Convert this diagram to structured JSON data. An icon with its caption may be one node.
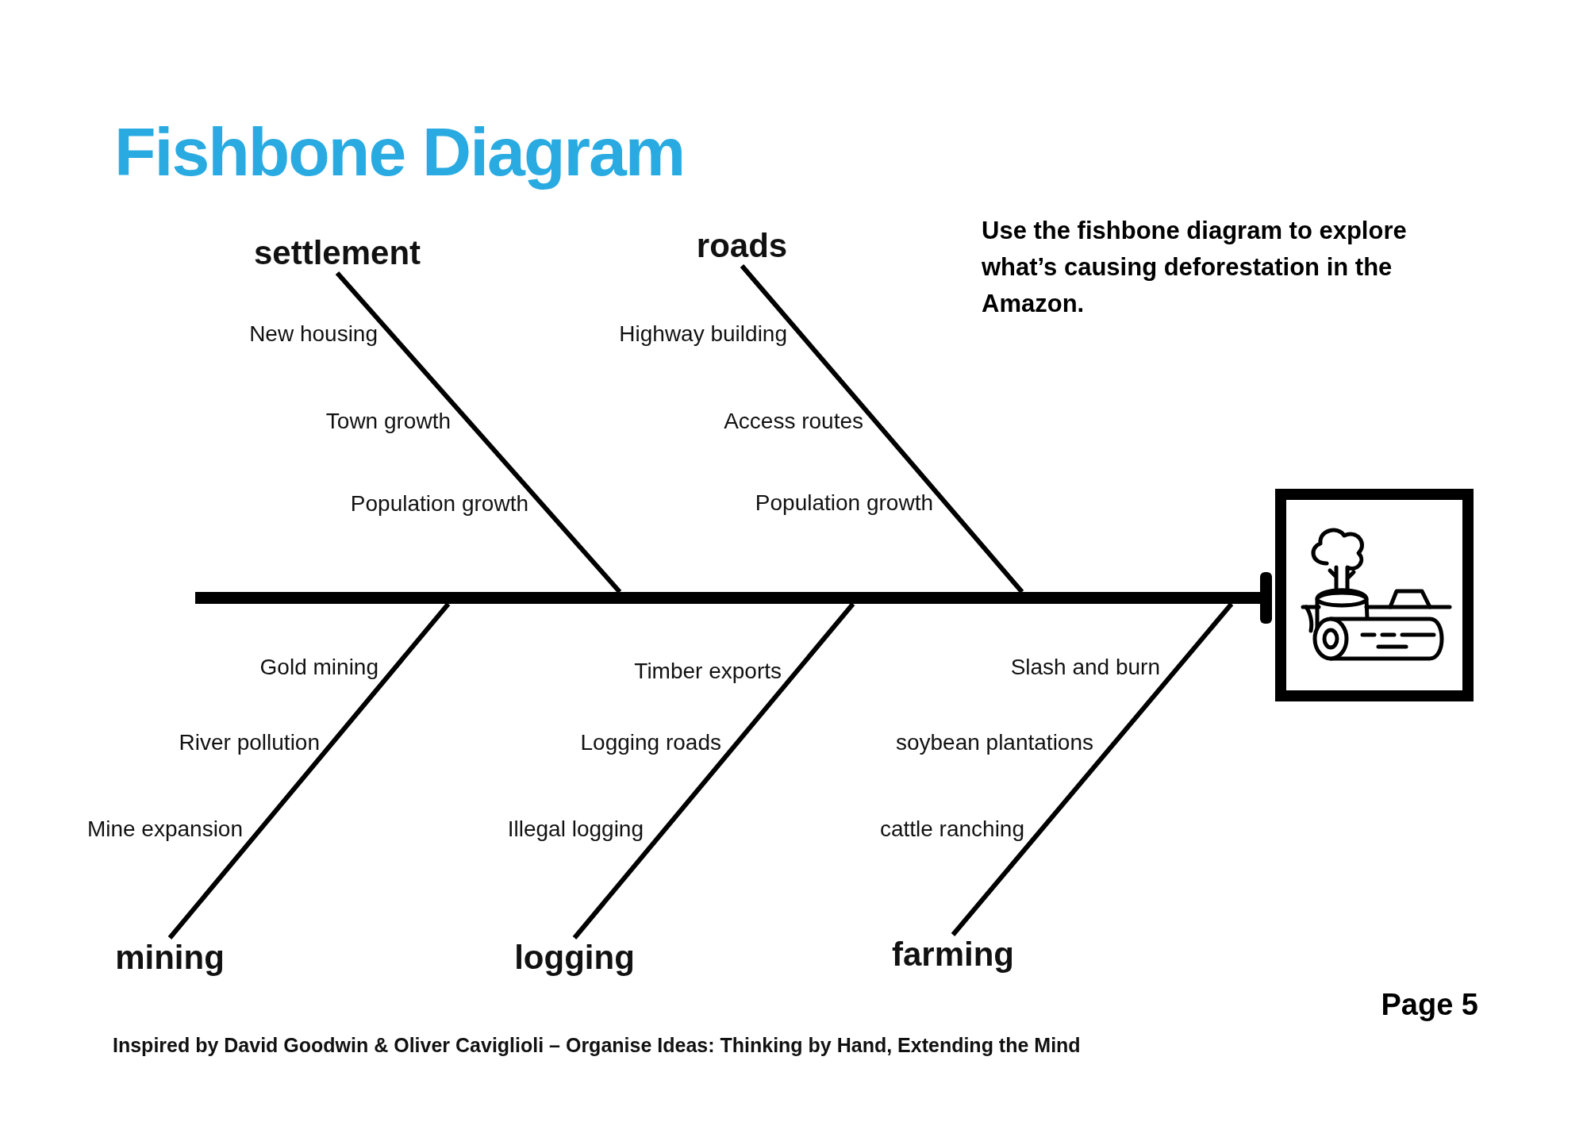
{
  "diagram": {
    "title": "Fishbone Diagram",
    "nodes": [
      {
        "text": [
          "settlement"
        ]
      },
      {
        "text": [
          "roads"
        ]
      },
      {
        "text": [],
        "shape": "bar"
      },
      {
        "text": [],
        "shape": "picture"
      },
      {
        "text": [
          "mining"
        ]
      },
      {
        "text": [
          "logging"
        ]
      },
      {
        "text": [
          "farming"
        ]
      }
    ],
    "edges": [
      {
        "from": 0,
        "to": 2,
        "arrow": "none"
      },
      {
        "from": 1,
        "to": 2,
        "arrow": "none"
      },
      {
        "from": 4,
        "to": 2,
        "arrow": "none"
      },
      {
        "from": 5,
        "to": 2,
        "arrow": "none"
      },
      {
        "from": 6,
        "to": 2,
        "arrow": "none"
      }
    ],
    "labels": [
      "Use the fishbone diagram to explore what’s causing deforestation in the Amazon.",
      "New housing",
      "Highway building",
      "Town growth",
      "Access routes",
      "Population growth",
      "Population growth",
      "Gold mining",
      "Timber exports",
      "Slash and burn",
      "River pollution",
      "Logging roads",
      "soybean plantations",
      "Mine expansion",
      "Illegal logging",
      "cattle ranching",
      "Page 5",
      "Inspired by David Goodwin & Oliver Caviglioli – Organise Ideas: Thinking by Hand, Extending the Mind"
    ]
  }
}
